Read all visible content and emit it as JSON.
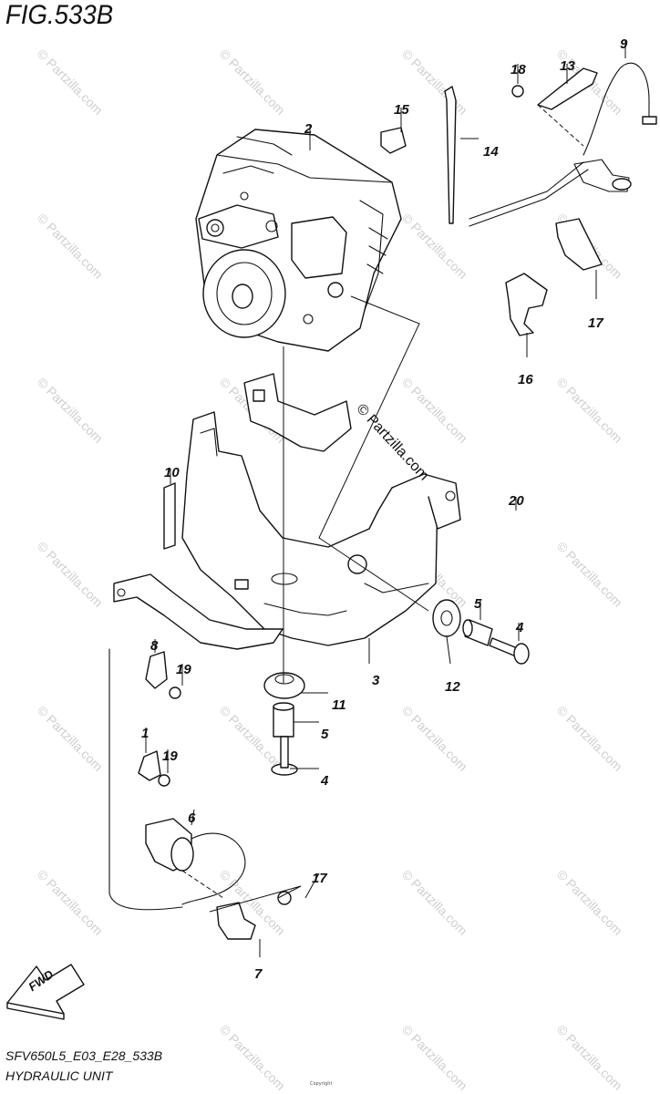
{
  "figure": {
    "title": "FIG.533B",
    "model_code": "SFV650L5_E03_E28_533B",
    "unit_name": "HYDRAULIC UNIT",
    "copyright": "© Partzilla.com",
    "small_print": "Copyright",
    "watermark": "© Partzilla.com",
    "fwd_label": "FWD"
  },
  "callouts": [
    {
      "id": "c1",
      "label": "1"
    },
    {
      "id": "c2",
      "label": "2"
    },
    {
      "id": "c3",
      "label": "3"
    },
    {
      "id": "c4a",
      "label": "4"
    },
    {
      "id": "c4b",
      "label": "4"
    },
    {
      "id": "c5a",
      "label": "5"
    },
    {
      "id": "c5b",
      "label": "5"
    },
    {
      "id": "c6",
      "label": "6"
    },
    {
      "id": "c7",
      "label": "7"
    },
    {
      "id": "c8",
      "label": "8"
    },
    {
      "id": "c9",
      "label": "9"
    },
    {
      "id": "c10",
      "label": "10"
    },
    {
      "id": "c11",
      "label": "11"
    },
    {
      "id": "c12",
      "label": "12"
    },
    {
      "id": "c13",
      "label": "13"
    },
    {
      "id": "c14",
      "label": "14"
    },
    {
      "id": "c15",
      "label": "15"
    },
    {
      "id": "c16",
      "label": "16"
    },
    {
      "id": "c17a",
      "label": "17"
    },
    {
      "id": "c17b",
      "label": "17"
    },
    {
      "id": "c18",
      "label": "18"
    },
    {
      "id": "c19a",
      "label": "19"
    },
    {
      "id": "c19b",
      "label": "19"
    },
    {
      "id": "c20",
      "label": "20"
    }
  ]
}
